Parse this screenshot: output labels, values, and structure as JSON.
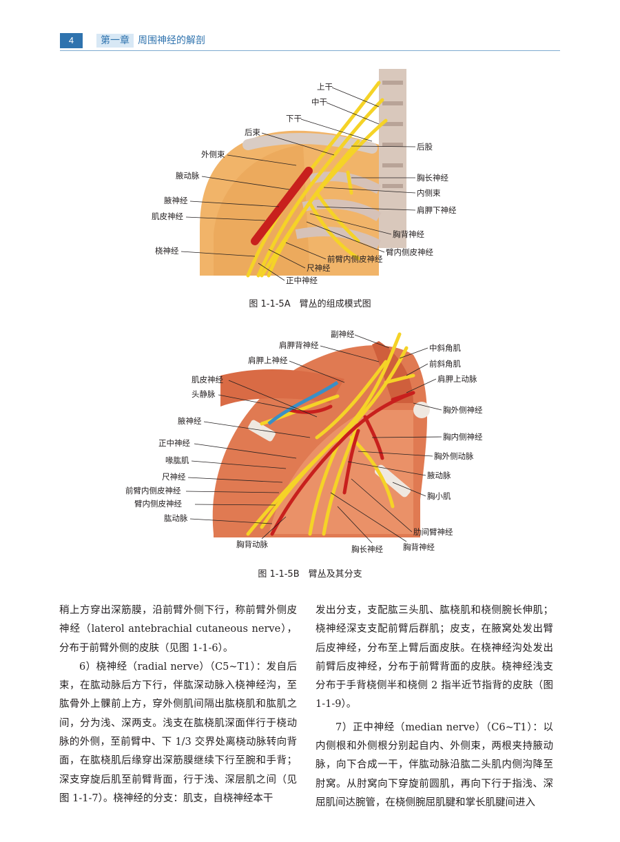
{
  "header": {
    "page_number": "4",
    "chapter_tag": "第一章",
    "chapter_title": "周围神经的解剖"
  },
  "figure_a": {
    "caption": "图 1-1-5A　臂丛的组成模式图",
    "labels": {
      "upper_trunk": "上干",
      "middle_trunk": "中干",
      "lower_trunk": "下干",
      "posterior_cord": "后束",
      "lateral_cord": "外侧束",
      "axillary_artery": "腋动脉",
      "axillary_nerve": "腋神经",
      "musculocutaneous_nerve": "肌皮神经",
      "radial_nerve": "桡神经",
      "posterior_division": "后股",
      "long_thoracic_nerve": "胸长神经",
      "medial_cord": "内侧束",
      "subscapular_nerve": "肩胛下神经",
      "thoracodorsal_nerve": "胸背神经",
      "medial_brachial_cutaneous": "臂内侧皮神经",
      "medial_antebrachial_cutaneous": "前臂内侧皮神经",
      "ulnar_nerve": "尺神经",
      "median_nerve": "正中神经"
    }
  },
  "figure_b": {
    "caption": "图 1-1-5B　臂丛及其分支",
    "labels": {
      "accessory_nerve": "副神经",
      "dorsal_scapular_nerve": "肩胛背神经",
      "suprascapular_nerve": "肩胛上神经",
      "middle_scalene": "中斜角肌",
      "anterior_scalene": "前斜角肌",
      "suprascapular_artery": "肩胛上动脉",
      "musculocutaneous_nerve": "肌皮神经",
      "cephalic_vein": "头静脉",
      "lateral_pectoral_nerve": "胸外侧神经",
      "axillary_nerve": "腋神经",
      "medial_pectoral_nerve": "胸内侧神经",
      "median_nerve": "正中神经",
      "lateral_thoracic_artery": "胸外侧动脉",
      "coracobrachialis": "喙肱肌",
      "axillary_artery": "腋动脉",
      "ulnar_nerve": "尺神经",
      "medial_antebrachial_cutaneous": "前臂内侧皮神经",
      "pectoralis_minor": "胸小肌",
      "medial_brachial_cutaneous": "臂内侧皮神经",
      "brachial_artery": "肱动脉",
      "intercostobrachial_nerve": "肋间臂神经",
      "thoracodorsal_artery": "胸背动脉",
      "long_thoracic_nerve": "胸长神经",
      "thoracodorsal_nerve": "胸背神经"
    }
  },
  "text_left": [
    "稍上方穿出深筋膜，沿前臂外侧下行，称前臂外侧皮神经（laterol antebrachial cutaneous nerve），分布于前臂外侧的皮肤（见图 1-1-6）。",
    "6）桡神经（radial nerve）（C5~T1）：发自后束，在肱动脉后方下行，伴肱深动脉入桡神经沟，至肱骨外上髁前上方，穿外侧肌间隔出肱桡肌和肱肌之间，分为浅、深两支。浅支在肱桡肌深面伴行于桡动脉的外侧，至前臂中、下 1/3 交界处离桡动脉转向背面，在肱桡肌后缘穿出深筋膜继续下行至腕和手背；深支穿旋后肌至前臂背面，行于浅、深层肌之间（见图 1-1-7）。桡神经的分支：肌支，自桡神经本干"
  ],
  "text_right": [
    "发出分支，支配肱三头肌、肱桡肌和桡侧腕长伸肌；桡神经深支支配前臂后群肌；皮支，在腋窝处发出臂后皮神经，分布至上臂后面皮肤。在桡神经沟处发出前臂后皮神经，分布于前臂背面的皮肤。桡神经浅支分布于手背桡侧半和桡侧 2 指半近节指背的皮肤（图 1-1-9）。",
    "7）正中神经（median nerve）（C6~T1）：以内侧根和外侧根分别起自内、外侧束，两根夹持腋动脉，向下合成一干，伴肱动脉沿肱二头肌内侧沟降至肘窝。从肘窝向下穿旋前圆肌，再向下行于指浅、深屈肌间达腕管，在桡侧腕屈肌腱和掌长肌腱间进入"
  ],
  "colors": {
    "accent": "#2f73ae",
    "nerve": "#f5d327",
    "artery": "#c8201d",
    "vein": "#3a8fc6",
    "skin": "#f1b469",
    "muscle": "#e07a52"
  }
}
